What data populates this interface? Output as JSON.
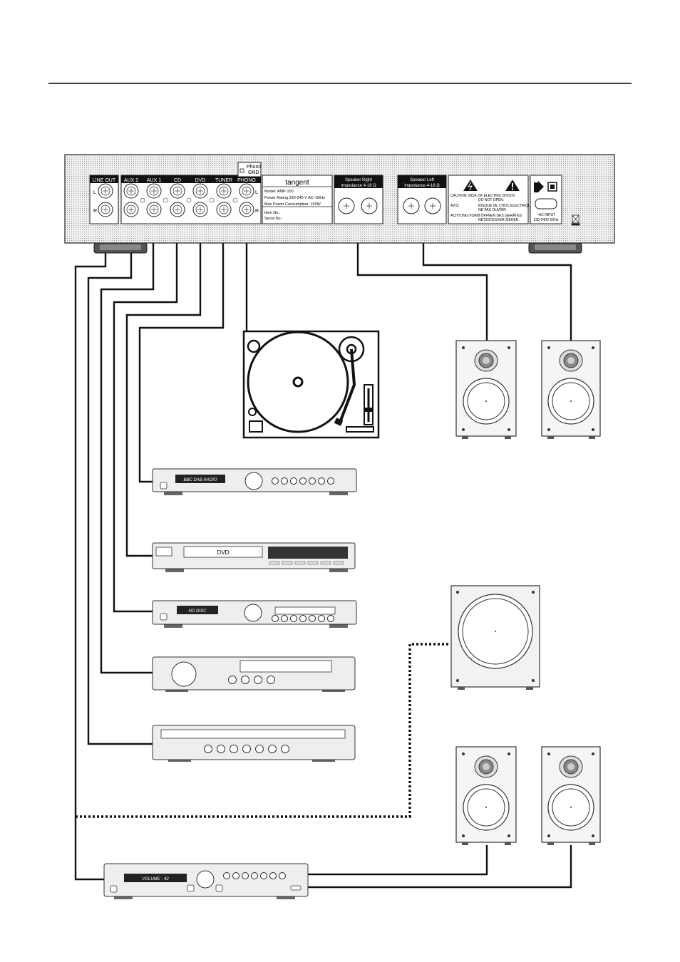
{
  "panel": {
    "line_out": "LINE OUT",
    "channel_l": "L",
    "channel_r": "R",
    "phono_gnd_1": "Phono",
    "phono_gnd_2": "GND",
    "inputs": [
      "AUX 2",
      "AUX 1",
      "CD",
      "DVD",
      "TUNER",
      "PHONO"
    ],
    "brand": "tangent",
    "model": "Model: AMP-100",
    "power_rating": "Power Rating 230-240 V AC~50Hz",
    "max_power": "Max Power Consumption: 150W",
    "item_no": "Item No.:",
    "serial_no": "Serial No.:",
    "speaker_right_1": "Speaker Right",
    "speaker_right_2": "Impedance 4-16 Ω",
    "speaker_left_1": "Speaker Left",
    "speaker_left_2": "Impedance 4-16 Ω",
    "caution_1": "CAUTION: RISK OF ELECTRIC SHOCK",
    "caution_2": "DO NOT OPEN.",
    "avis_label": "AVIS:",
    "avis_1": "RISQUE DE CHOC ELECTRIQUE",
    "avis_2": "NE PAS OUVRIR",
    "achtung_1": "ACHTUNG:VORM ÖFFNEN DES GERÄTES",
    "achtung_2": "NETZSTECKER ZIEHEN.",
    "ac_input_1": "~AC INPUT",
    "ac_input_2": "230-240V 50Hz"
  },
  "devices": {
    "tuner_display": "BBC DAB RADIO",
    "dvd_label": "DVD",
    "cd_display": "NO DISC",
    "preamp_display": "VOLUME - 42"
  },
  "colors": {
    "panel": "#e8e8e8",
    "label_bar": "#111111",
    "device": "#eeeeee",
    "speaker": "#f2f2f2",
    "cable": "#111111"
  }
}
